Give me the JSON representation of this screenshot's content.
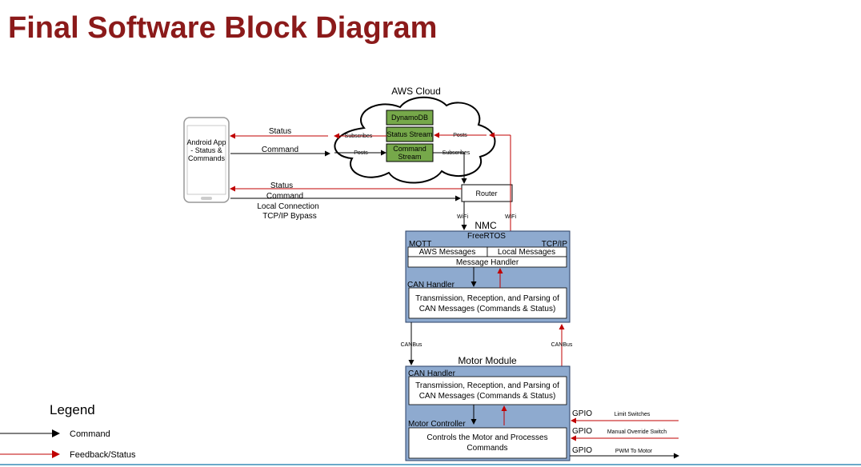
{
  "title": "Final Software Block Diagram",
  "aws": {
    "label": "AWS Cloud",
    "dynamodb": "DynamoDB",
    "status_stream": "Status Stream",
    "command_stream_1": "Command",
    "command_stream_2": "Stream",
    "subscribes_left": "Subscribes",
    "posts_right": "Posts",
    "posts_left": "Posts",
    "subscribes_right": "Subscribes"
  },
  "phone": {
    "line1": "Android App",
    "line2": "- Status &",
    "line3": "Commands"
  },
  "links": {
    "status_top": "Status",
    "command_top": "Command",
    "status_bottom": "Status",
    "command_bottom": "Command",
    "local_1": "Local Connection",
    "local_2": "TCP/IP Bypass",
    "wifi_left": "WiFi",
    "wifi_right": "WiFi",
    "canbus_left": "CANBus",
    "canbus_right": "CANBus"
  },
  "router": "Router",
  "nmc": {
    "label": "NMC",
    "freertos": "FreeRTOS",
    "mqtt": "MQTT",
    "tcpip": "TCP/IP",
    "aws_messages": "AWS Messages",
    "local_messages": "Local Messages",
    "message_handler": "Message Handler",
    "can_handler": "CAN Handler",
    "can_text_1": "Transmission, Reception, and Parsing of",
    "can_text_2": "CAN Messages (Commands & Status)"
  },
  "motor": {
    "label": "Motor Module",
    "can_handler": "CAN Handler",
    "can_text_1": "Transmission, Reception, and Parsing of",
    "can_text_2": "CAN Messages (Commands & Status)",
    "controller": "Motor Controller",
    "controller_text_1": "Controls the Motor and Processes",
    "controller_text_2": "Commands"
  },
  "gpio": {
    "gpio_1": "GPIO",
    "gpio_2": "GPIO",
    "gpio_3": "GPIO",
    "limit": "Limit Switches",
    "manual": "Manual Override Switch",
    "pwm": "PWM To Motor"
  },
  "legend": {
    "title": "Legend",
    "command": "Command",
    "feedback": "Feedback/Status"
  },
  "colors": {
    "title": "#8b1a1a",
    "command_arrow": "#000000",
    "feedback_arrow": "#c00000",
    "module_fill": "#8eaacf",
    "stream_fill": "#76a84a",
    "footer": "#6aa9c9"
  }
}
